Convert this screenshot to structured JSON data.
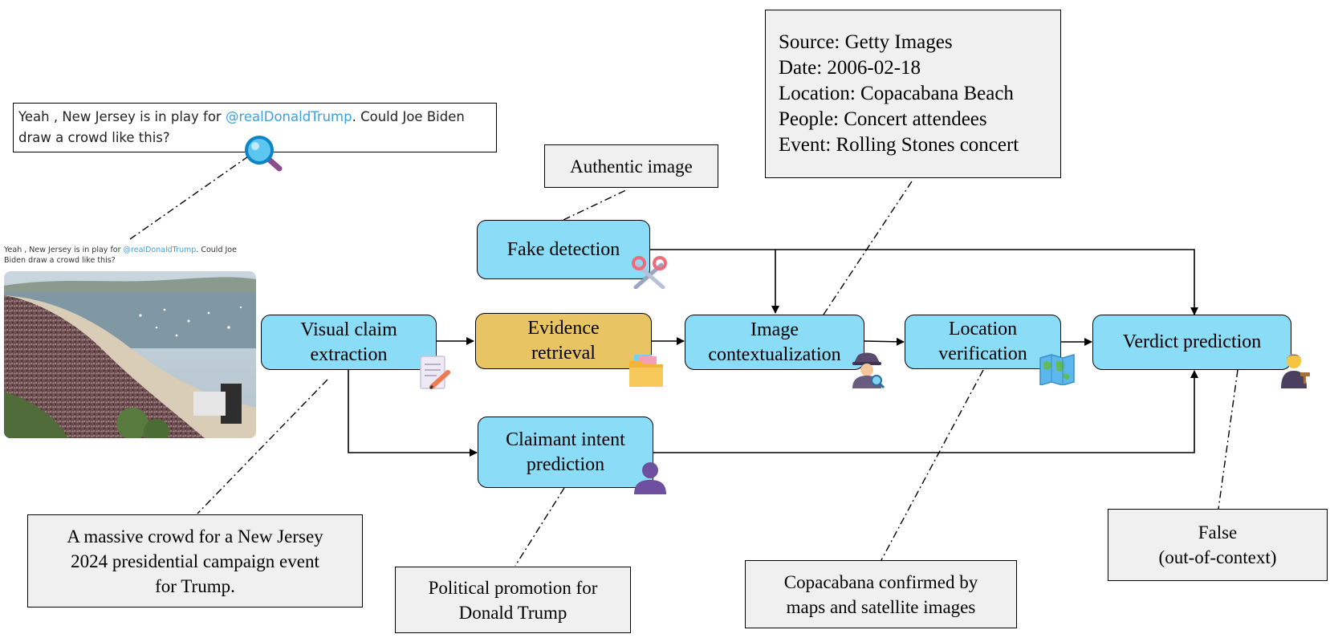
{
  "tweet": {
    "text_before": "Yeah , New Jersey is in play for ",
    "mention": "@realDonaldTrump",
    "text_after": ". Could Joe Biden draw a crowd like this?"
  },
  "image_caption": {
    "text_before": "Yeah , New Jersey is in play for ",
    "mention": "@realDonaldTrump",
    "text_after": ". Could Joe Biden draw a crowd like this?"
  },
  "nodes": {
    "visual_claim": {
      "line1": "Visual claim",
      "line2": "extraction"
    },
    "evidence": {
      "line1": "Evidence",
      "line2": "retrieval"
    },
    "image_context": {
      "line1": "Image",
      "line2": "contextualization"
    },
    "location": {
      "line1": "Location",
      "line2": "verification"
    },
    "verdict": {
      "label": "Verdict prediction"
    },
    "fake": {
      "label": "Fake detection"
    },
    "intent": {
      "line1": "Claimant  intent",
      "line2": "prediction"
    }
  },
  "notes": {
    "claim": {
      "line1": "A massive crowd for a New Jersey",
      "line2": "2024 presidential campaign event",
      "line3": "for Trump."
    },
    "authentic": {
      "label": "Authentic image"
    },
    "metadata": {
      "source": "Source: Getty Images",
      "date": "Date: 2006-02-18",
      "location": "Location: Copacabana Beach",
      "people": "People: Concert attendees",
      "event": "Event: Rolling Stones concert"
    },
    "political": {
      "line1": "Political promotion for",
      "line2": "Donald Trump"
    },
    "copacabana": {
      "line1": "Copacabana confirmed by",
      "line2": "maps and satellite images"
    },
    "false": {
      "line1": "False",
      "line2": "(out-of-context)"
    }
  },
  "icons": {
    "magnifier": "magnifying-glass-icon",
    "scissors": "scissors-icon",
    "memo": "memo-icon",
    "folder": "folder-icon",
    "detective": "detective-icon",
    "map": "world-map-icon",
    "silhouette": "person-silhouette-icon",
    "judge": "judge-icon"
  },
  "colors": {
    "node_blue": "#8bdcf7",
    "node_gold": "#e8c462",
    "note_gray": "#f0f0f0",
    "mention_blue": "#3aa0e6"
  }
}
